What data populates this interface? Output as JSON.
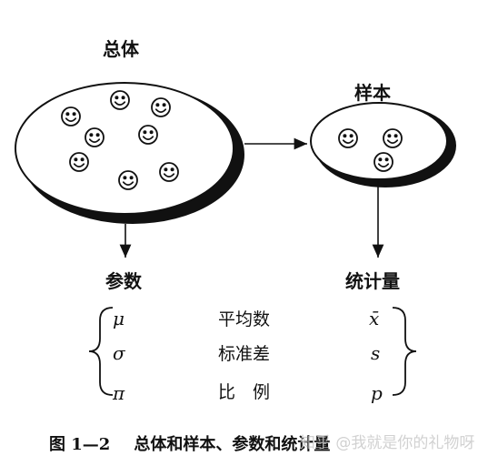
{
  "labels": {
    "population": "总体",
    "sample": "样本",
    "parameter": "参数",
    "statistic": "统计量"
  },
  "rows": [
    {
      "param_symbol": "μ",
      "name": "平均数",
      "stat_symbol": "x̄"
    },
    {
      "param_symbol": "σ",
      "name": "标准差",
      "stat_symbol": "s"
    },
    {
      "param_symbol": "π",
      "name": "比　例",
      "stat_symbol": "p"
    }
  ],
  "caption": {
    "figure_number": "图 1—2",
    "title": "总体和样本、参数和统计量"
  },
  "watermark": "知乎 @我就是你的礼物呀",
  "icons": {
    "individual": "smiley-face-icon",
    "arrow": "arrow-icon"
  }
}
